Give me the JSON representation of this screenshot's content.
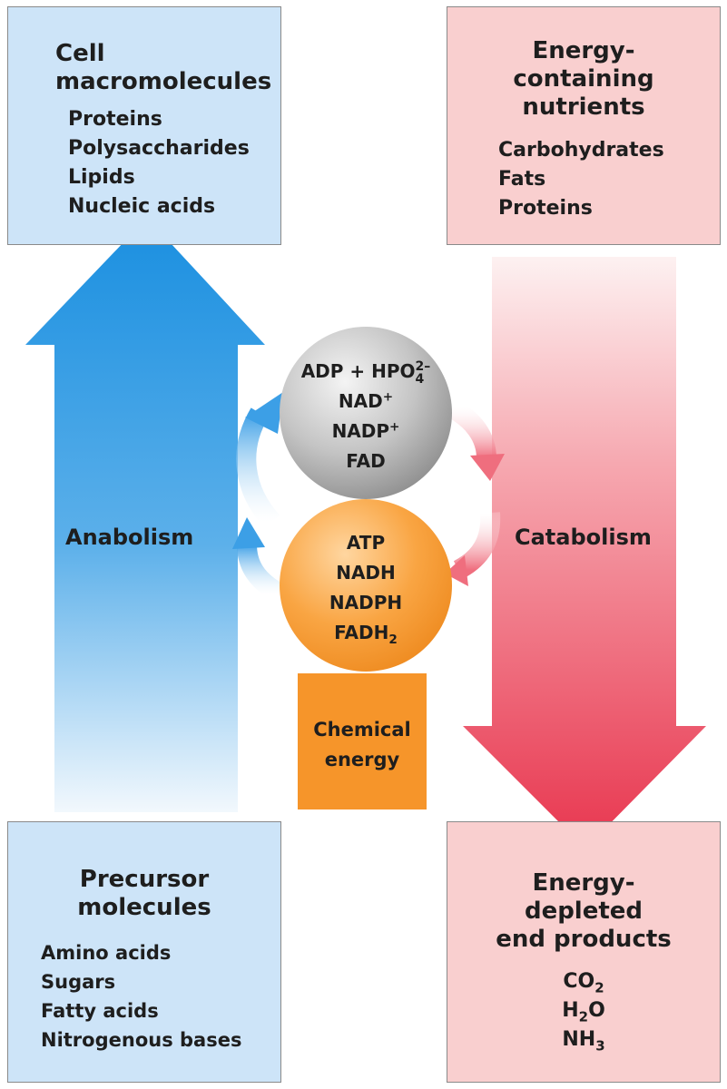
{
  "colors": {
    "anabolic_blue": "#1a8fe0",
    "catabolic_red": "#e8364f",
    "box_blue": "#cde4f8",
    "box_pink": "#f9cfcf",
    "ball_gray": "#a7a7a7",
    "ball_orange": "#f6952a",
    "energy_orange": "#f6952a"
  },
  "top_left": {
    "title_lines": [
      "Cell",
      "macromolecules"
    ],
    "items": [
      "Proteins",
      "Polysaccharides",
      "Lipids",
      "Nucleic acids"
    ]
  },
  "top_right": {
    "title_lines": [
      "Energy-",
      "containing",
      "nutrients"
    ],
    "items": [
      "Carbohydrates",
      "Fats",
      "Proteins"
    ]
  },
  "bottom_left": {
    "title_lines": [
      "Precursor",
      "molecules"
    ],
    "items": [
      "Amino acids",
      "Sugars",
      "Fatty acids",
      "Nitrogenous bases"
    ]
  },
  "bottom_right": {
    "title_lines": [
      "Energy-",
      "depleted",
      "end products"
    ],
    "items": [
      {
        "base": "CO",
        "sub": "2",
        "after": ""
      },
      {
        "base": "H",
        "sub": "2",
        "after": "O"
      },
      {
        "base": "NH",
        "sub": "3",
        "after": ""
      }
    ]
  },
  "pathways": {
    "anabolism": "Anabolism",
    "catabolism": "Catabolism"
  },
  "gray_ball": {
    "line1_base": "ADP +  HPO",
    "line1_sup": "2–",
    "line1_sub": "4",
    "line2_base": "NAD",
    "line2_sup": "+",
    "line3_base": "NADP",
    "line3_sup": "+",
    "line4": "FAD"
  },
  "orange_ball": {
    "line1": "ATP",
    "line2": "NADH",
    "line3": "NADPH",
    "line4_base": "FADH",
    "line4_sub": "2"
  },
  "energy_box": {
    "line1": "Chemical",
    "line2": "energy"
  }
}
